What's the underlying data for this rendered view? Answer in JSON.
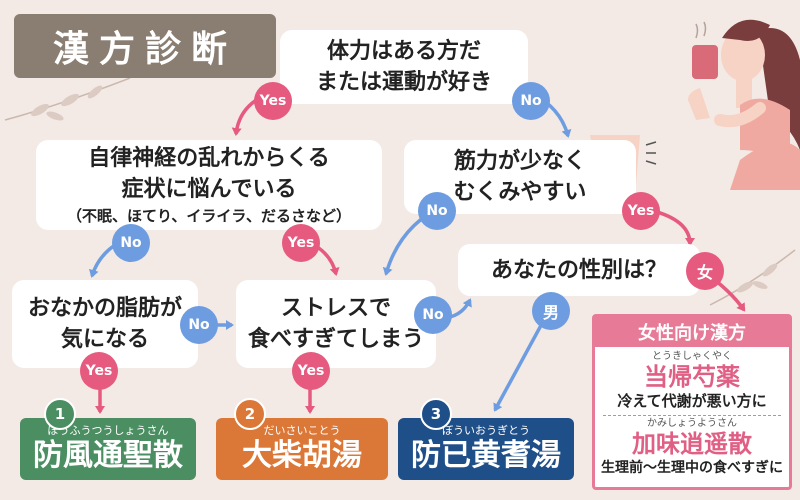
{
  "title": "漢方診断",
  "q1": {
    "line1": "体力はある方だ",
    "line2": "または運動が好き"
  },
  "q2": {
    "line1": "自律神経の乱れからくる",
    "line2": "症状に悩んでいる",
    "line3": "（不眠、ほてり、イライラ、だるさなど）"
  },
  "q3": {
    "line1": "筋力が少なく",
    "line2": "むくみやすい"
  },
  "q4": {
    "line1": "おなかの脂肪が",
    "line2": "気になる"
  },
  "q5": {
    "line1": "ストレスで",
    "line2": "食べすぎてしまう"
  },
  "q6": {
    "text": "あなたの性別は？"
  },
  "labels": {
    "yes": "Yes",
    "no": "No",
    "male": "男",
    "female": "女"
  },
  "results": [
    {
      "num": "1",
      "ruby": "ぼうふうつうしょうさん",
      "name": "防風通聖散"
    },
    {
      "num": "2",
      "ruby": "だいさいことう",
      "name": "大柴胡湯"
    },
    {
      "num": "3",
      "ruby": "ぼういおうぎとう",
      "name": "防已黄耆湯"
    }
  ],
  "women": {
    "header": "女性向け漢方",
    "item1": {
      "ruby": "とうきしゃくやく",
      "name": "当帰芍薬",
      "desc": "冷えて代謝が悪い方に"
    },
    "item2": {
      "ruby": "かみしょうようさん",
      "name": "加味逍遥散",
      "desc": "生理前～生理中の食べすぎに"
    }
  },
  "colors": {
    "background": "#f3e9e5",
    "title": "#8a7d72",
    "yes": "#e55a7e",
    "no": "#6d9de0",
    "result1": "#4a8e62",
    "result2": "#db7838",
    "result3": "#1f4f88",
    "panel": "#e77a96"
  }
}
